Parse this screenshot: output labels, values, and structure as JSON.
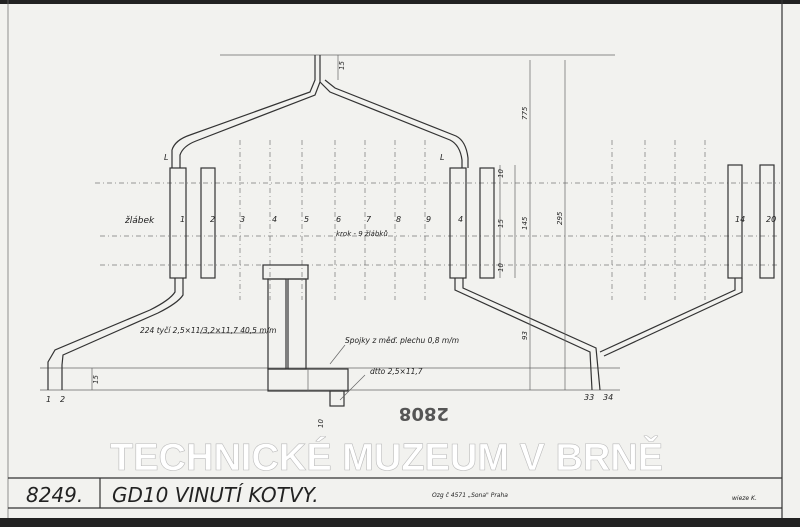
{
  "title_block": {
    "drawing_number": "8249.",
    "title": "GD10  VINUTÍ KOTVY.",
    "origin": "Ozg č 4571 „Sona\" Praha",
    "signature": "wieze K."
  },
  "labels": {
    "slot": "žlábek",
    "slot_numbers": [
      "1",
      "2",
      "3",
      "4",
      "5",
      "6",
      "7",
      "8",
      "9"
    ],
    "pitch": "krok - 9 žlábků",
    "bars": "224 tyčí 2,5×11/3,2×11,7  40,5 m/m",
    "connectors": "Spojky z měď. plechu 0,8 m/m",
    "ditto": "dtto 2,5×11,7",
    "conductor_ends_left": [
      "1",
      "2"
    ],
    "conductor_ends_right": [
      "33",
      "34"
    ],
    "right_slots": [
      "4",
      "14",
      "20"
    ],
    "corner_marks": [
      "L",
      "L"
    ]
  },
  "dimensions": [
    "15",
    "775",
    "295",
    "145",
    "10",
    "15",
    "93",
    "10",
    "15",
    "10"
  ],
  "stamp": "2808",
  "watermark": "TECHNICKÉ MUZEUM V BRNĚ"
}
